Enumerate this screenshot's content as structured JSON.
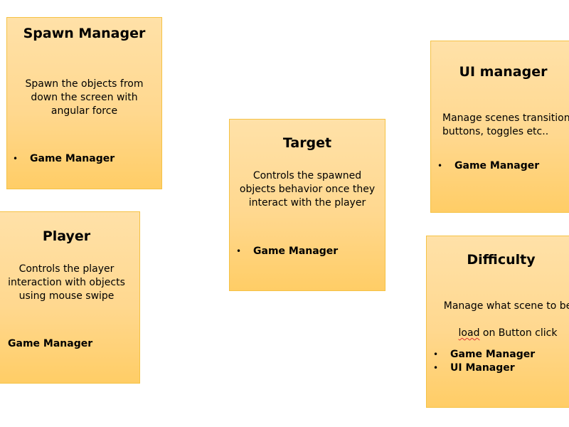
{
  "cards": {
    "spawn_manager": {
      "title": "Spawn Manager",
      "description": "Spawn the objects from\ndown the screen with\nangular force",
      "dependencies": [
        "Game Manager"
      ]
    },
    "target": {
      "title": "Target",
      "description": "Controls the spawned\nobjects behavior once they\ninteract with the player",
      "dependencies": [
        "Game Manager"
      ]
    },
    "ui_manager": {
      "title": "UI manager",
      "description": "Manage scenes transitions,\nbuttons, toggles etc..",
      "dependencies": [
        "Game Manager"
      ]
    },
    "player": {
      "title": "Player",
      "description": "Controls the player\ninteraction with objects\nusing mouse swipe",
      "dependencies": [
        "Game Manager"
      ]
    },
    "difficulty": {
      "title": "Difficulty",
      "description_line1": "Manage what scene to be",
      "description_underlined": "load",
      "description_rest": " on Button click",
      "dependencies": [
        "Game Manager",
        "UI Manager"
      ]
    }
  },
  "colors": {
    "card_border": "#f5c245",
    "card_fill_top": "#ffe1a8",
    "card_fill_bottom": "#ffcd66"
  }
}
